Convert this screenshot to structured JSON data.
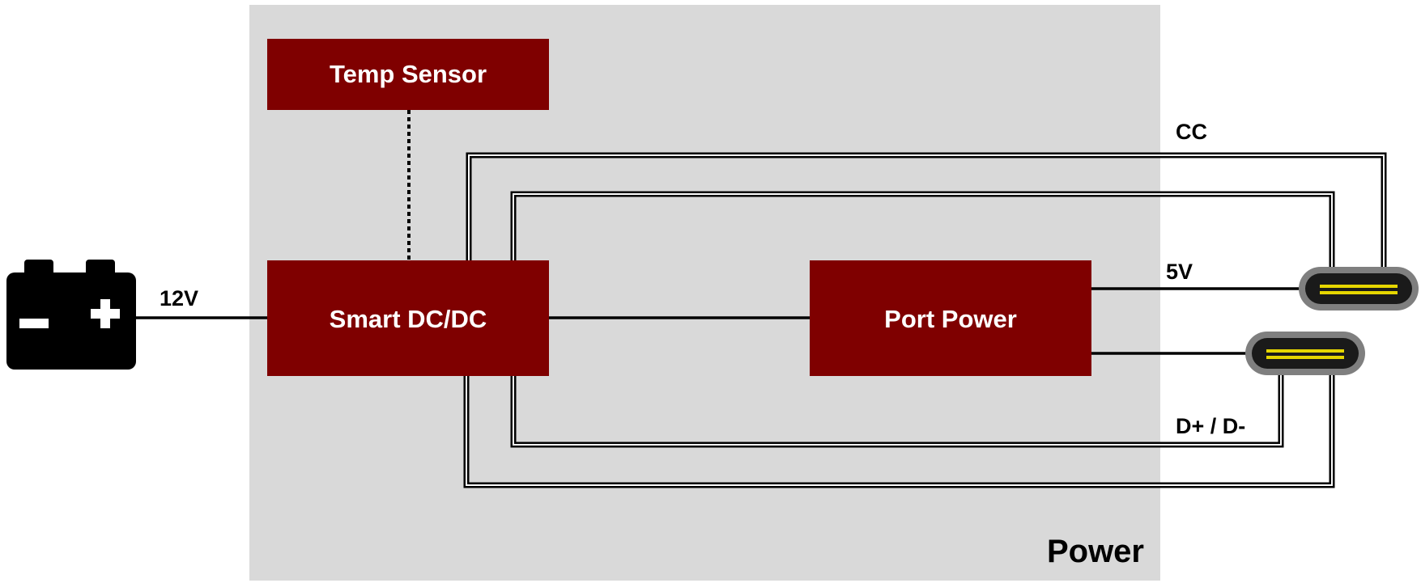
{
  "colors": {
    "background": "#ffffff",
    "power_region": "#d9d9d9",
    "block_fill": "#7f0000",
    "block_text": "#ffffff",
    "wire": "#000000",
    "connector_outer": "#7f7f7f",
    "connector_inner": "#1a1a1a",
    "connector_pins": "#e6d600"
  },
  "region": {
    "label": "Power"
  },
  "blocks": {
    "temp_sensor": "Temp Sensor",
    "smart_dcdc": "Smart DC/DC",
    "port_power": "Port Power"
  },
  "wire_labels": {
    "input": "12V",
    "cc": "CC",
    "vbus": "5V",
    "data": "D+ / D-"
  },
  "icons": {
    "battery": "battery-icon",
    "usb_c": "usb-c-connector-icon"
  },
  "connections": [
    {
      "from": "battery",
      "to": "smart_dcdc",
      "label": "12V",
      "style": "solid"
    },
    {
      "from": "temp_sensor",
      "to": "smart_dcdc",
      "style": "dotted"
    },
    {
      "from": "smart_dcdc",
      "to": "port_power",
      "style": "solid"
    },
    {
      "from": "port_power",
      "to": "usb_c_1",
      "label": "5V",
      "style": "solid"
    },
    {
      "from": "port_power",
      "to": "usb_c_2",
      "style": "solid"
    },
    {
      "from": "smart_dcdc",
      "to": "usb_c_1",
      "label": "CC",
      "style": "bus"
    },
    {
      "from": "smart_dcdc",
      "to": "usb_c_2",
      "style": "bus"
    },
    {
      "from": "smart_dcdc",
      "to": "usb_c_2",
      "label": "D+ / D-",
      "style": "bus"
    },
    {
      "from": "smart_dcdc",
      "to": "usb_c_1",
      "style": "bus"
    }
  ]
}
